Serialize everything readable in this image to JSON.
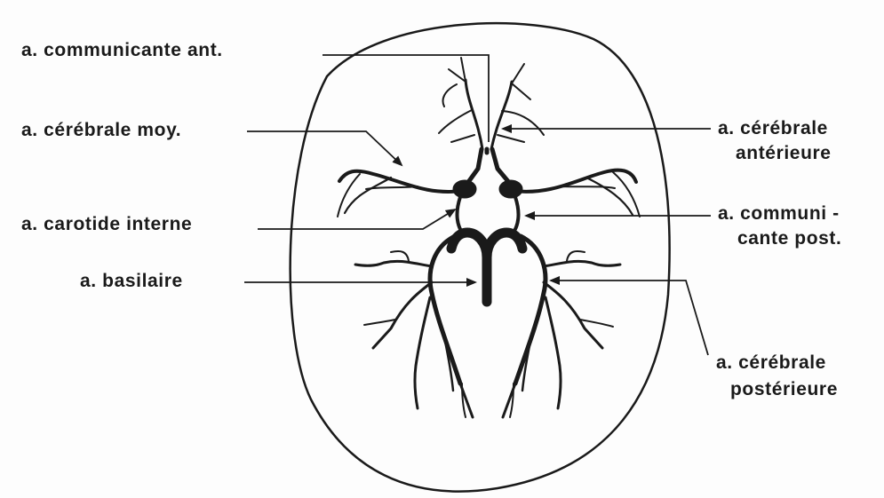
{
  "labels": {
    "communicante_ant": "a.  communicante  ant.",
    "cerebrale_moy": "a.  cérébrale moy.",
    "carotide_interne": "a.  carotide  interne",
    "basilaire": "a.  basilaire",
    "cerebrale_ant_line1": "a.  cérébrale",
    "cerebrale_ant_line2": "antérieure",
    "communicante_post_line1": "a.  communi -",
    "communicante_post_line2": "cante post.",
    "cerebrale_post_line1": "a.  cérébrale",
    "cerebrale_post_line2": "postérieure"
  },
  "colors": {
    "ink": "#1a1a1a",
    "background": "#fdfdfd"
  }
}
